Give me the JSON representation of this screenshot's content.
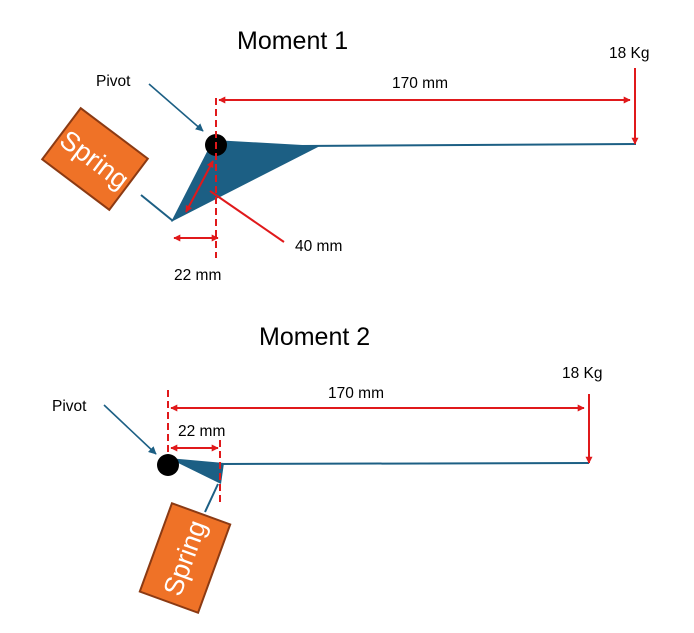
{
  "colors": {
    "background": "#ffffff",
    "lever": "#1c5f84",
    "dimension": "#e0191b",
    "spring_fill": "#ef7227",
    "spring_border": "#8b3a13",
    "pivot": "#000000",
    "text": "#000000"
  },
  "moment1": {
    "title": "Moment 1",
    "pivot_label": "Pivot",
    "weight_label": "18 Kg",
    "lever_length": "170 mm",
    "diagonal_dim": "40 mm",
    "horizontal_dim": "22 mm",
    "spring_label": "Spring"
  },
  "moment2": {
    "title": "Moment 2",
    "pivot_label": "Pivot",
    "weight_label": "18 Kg",
    "lever_length": "170 mm",
    "horizontal_dim": "22 mm",
    "spring_label": "Spring"
  }
}
